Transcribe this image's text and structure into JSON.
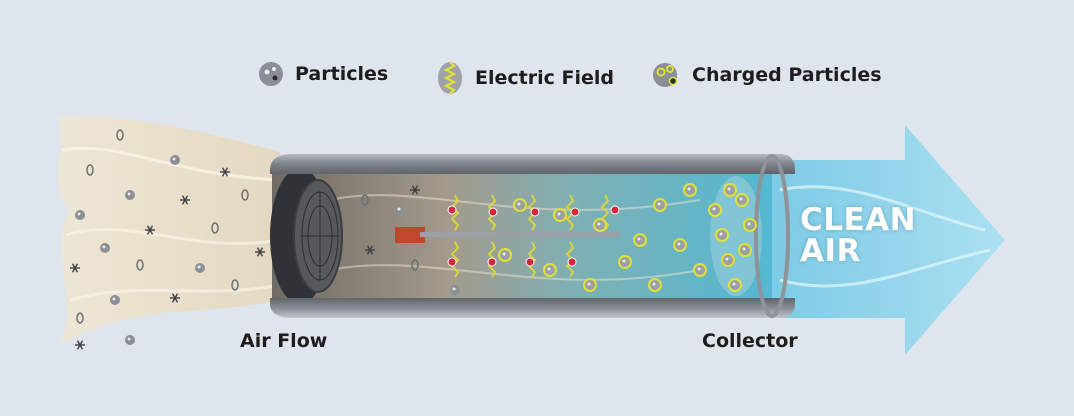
{
  "legend": {
    "particles": "Particles",
    "electric_field": "Electric Field",
    "charged_particles": "Charged Particles"
  },
  "labels": {
    "air_flow": "Air Flow",
    "collector": "Collector",
    "clean_air_line1": "CLEAN",
    "clean_air_line2": "AIR"
  },
  "colors": {
    "background": "#dfe5ec",
    "tube_metal": "#8e949a",
    "particle_gray": "#8a8f95",
    "charge_yellow": "#e3e034",
    "charge_red": "#d6263a",
    "clean_air_blue": "#7fd2ea"
  }
}
